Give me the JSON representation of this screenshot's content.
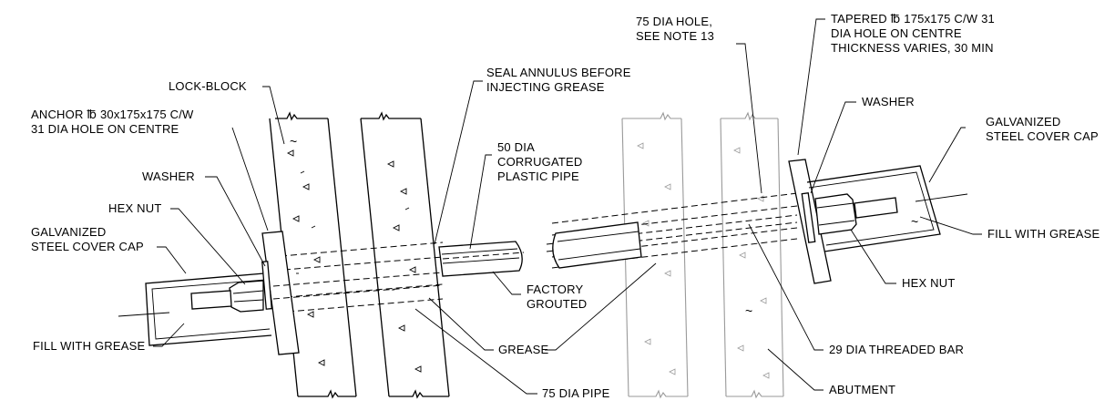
{
  "labels": {
    "lock_block": "LOCK-BLOCK",
    "anchor_plate_1": "ANCHOR ℔ 30x175x175 C/W",
    "anchor_plate_2": "31 DIA HOLE ON CENTRE",
    "washer_left": "WASHER",
    "hex_nut_left": "HEX NUT",
    "cover_cap_left_1": "GALVANIZED",
    "cover_cap_left_2": "STEEL COVER CAP",
    "fill_grease_left": "FILL WITH GREASE",
    "seal_annulus_1": "SEAL ANNULUS BEFORE",
    "seal_annulus_2": "INJECTING GREASE",
    "corrugated_pipe_1": "50 DIA",
    "corrugated_pipe_2": "CORRUGATED",
    "corrugated_pipe_3": "PLASTIC PIPE",
    "factory_grouted_1": "FACTORY",
    "factory_grouted_2": "GROUTED",
    "grease": "GREASE",
    "pipe_75": "75 DIA PIPE",
    "hole_75_1": "75 DIA HOLE,",
    "hole_75_2": "SEE NOTE 13",
    "tapered_plate_1": "TAPERED ℔ 175x175 C/W 31",
    "tapered_plate_2": "DIA HOLE ON CENTRE",
    "tapered_plate_3": "THICKNESS VARIES, 30 MIN",
    "washer_right": "WASHER",
    "cover_cap_right_1": "GALVANIZED",
    "cover_cap_right_2": "STEEL COVER CAP",
    "fill_grease_right": "FILL WITH GREASE",
    "hex_nut_right": "HEX NUT",
    "threaded_bar": "29 DIA THREADED BAR",
    "abutment": "ABUTMENT"
  }
}
